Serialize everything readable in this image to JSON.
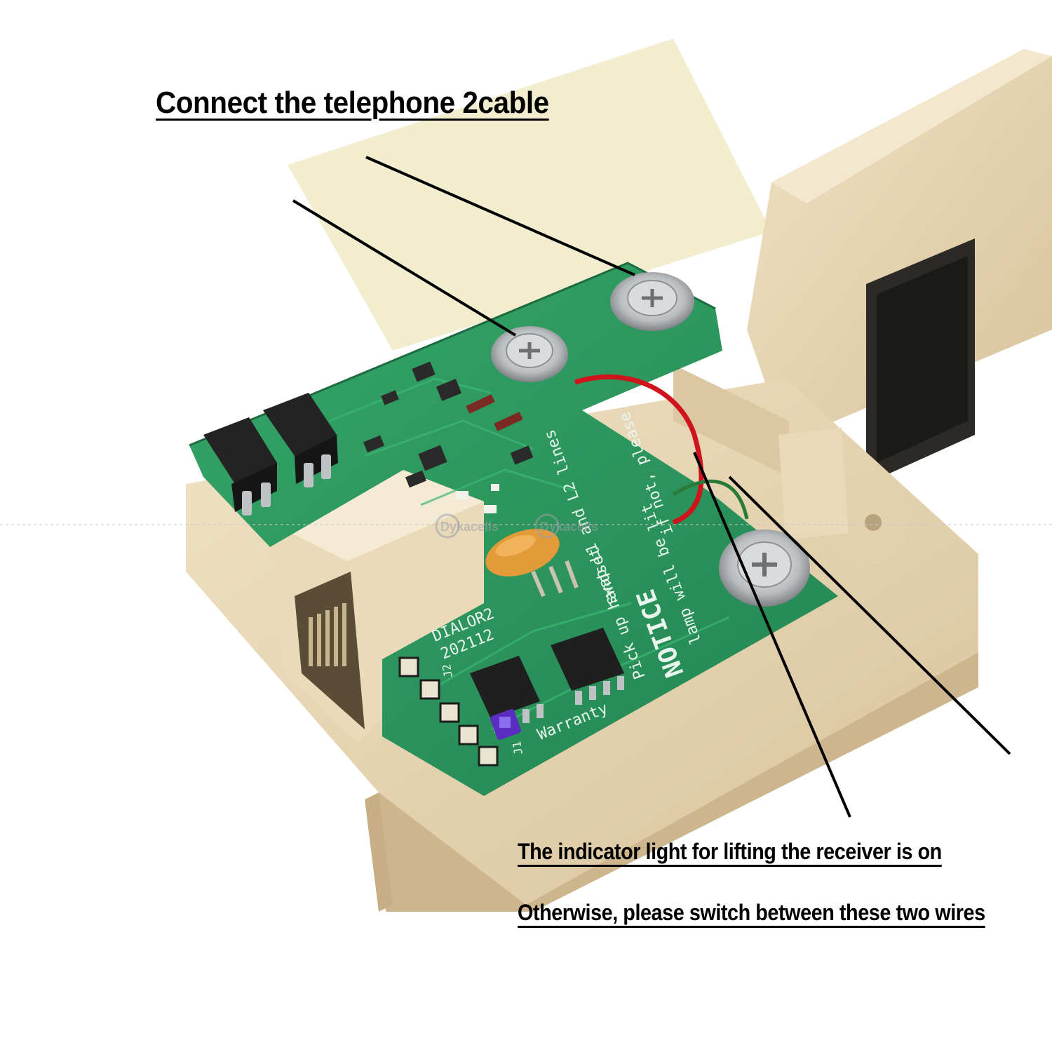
{
  "captions": {
    "top": "Connect the telephone 2cable",
    "indicator": "The indicator light for lifting the receiver is on",
    "otherwise": "Otherwise, please switch between these two wires"
  },
  "board": {
    "model": "DIALOR2",
    "date": "202112",
    "notice": "NOTICE",
    "notice_lines": [
      "Pick up handset",
      "lamp will be lit",
      "swap L1 and L2 lines",
      "if not, please."
    ],
    "warranty": "Warranty",
    "labels": {
      "j2": "J2",
      "j1": "J1"
    }
  },
  "watermark": [
    "Dykacells",
    "Dykacells"
  ],
  "colors": {
    "pcb": "#2f9a5e",
    "housing": "#e6d5b4",
    "pad": "#f2ecd2",
    "wire_red": "#d0141c",
    "wire_green": "#2a7a3a",
    "led": "#5a2cc0"
  }
}
